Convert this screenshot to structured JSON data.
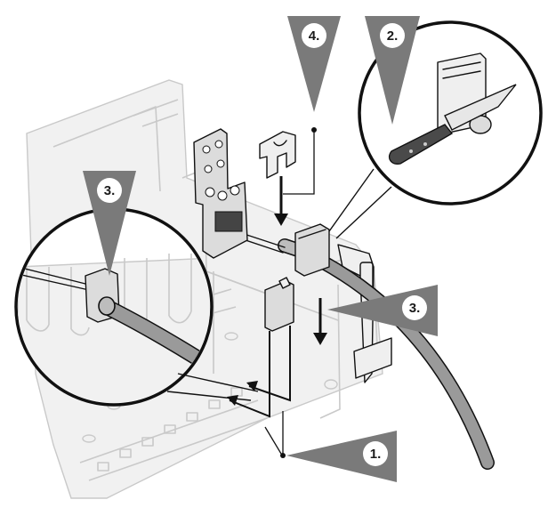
{
  "steps": {
    "step_1": "1.",
    "step_2": "2.",
    "step_3_left": "3.",
    "step_3_right": "3.",
    "step_4": "4."
  },
  "colors": {
    "flag": "#7a7a7a",
    "cable": "#9a9a9a",
    "ghost_line": "#c9c9c9",
    "ink": "#111111"
  },
  "icons": [
    "knife-icon",
    "cable-clip-icon",
    "terminal-block-icon",
    "arrow-down-icon"
  ]
}
